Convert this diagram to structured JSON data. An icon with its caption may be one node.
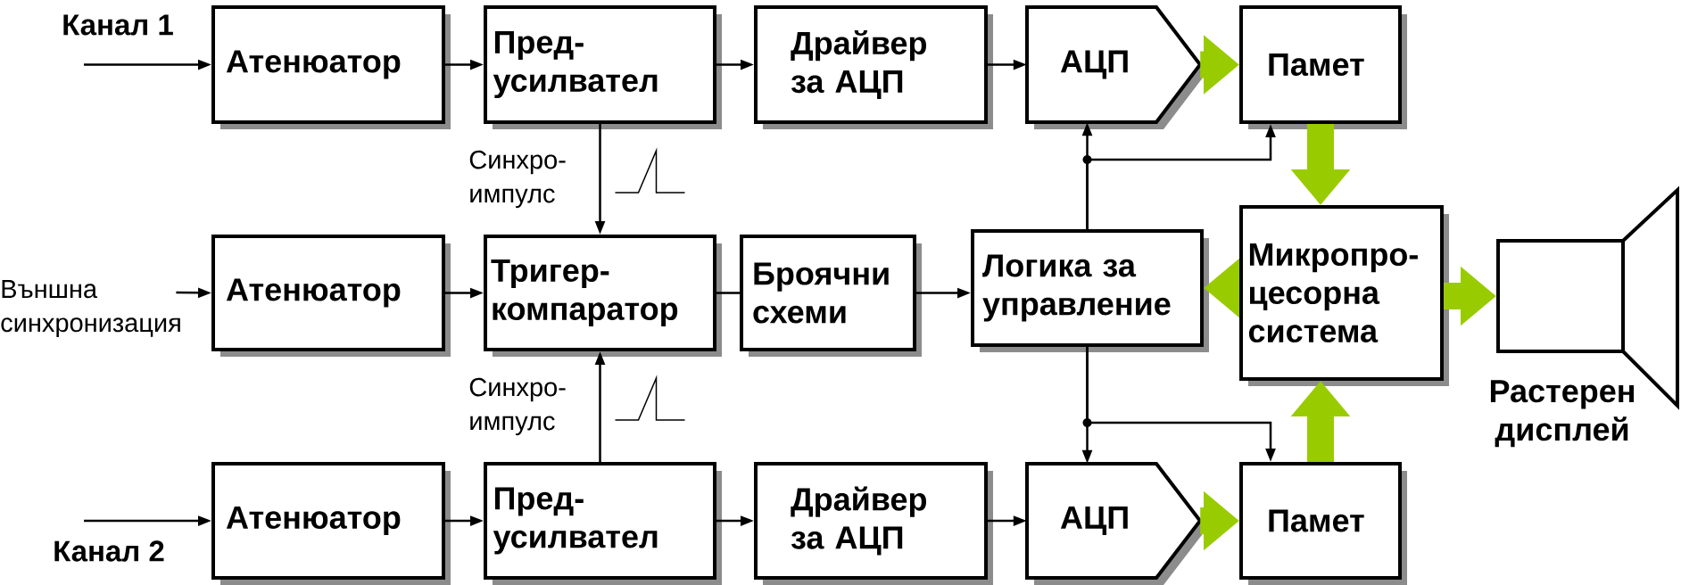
{
  "diagram": {
    "nodes": [
      {
        "text": [
          "Атенюатор"
        ]
      },
      {
        "text": [
          "Пред- усилвател"
        ]
      },
      {
        "text": [
          "Драйвер за АЦП"
        ]
      },
      {
        "text": [
          "АЦП"
        ]
      },
      {
        "text": [
          "Памет"
        ]
      },
      {
        "text": [
          "Външна синхронизация"
        ]
      },
      {
        "text": [
          "Атенюатор"
        ]
      },
      {
        "text": [
          "Тригер- компаратор"
        ]
      },
      {
        "text": [
          "Броячни схеми"
        ]
      },
      {
        "text": [
          "Логика за управление"
        ]
      },
      {
        "text": [
          "Микропро- цесорна система"
        ]
      },
      {
        "text": [
          "Растерен дисплей"
        ]
      },
      {
        "text": [
          "Атенюатор"
        ]
      },
      {
        "text": [
          "Пред- усилвател"
        ]
      },
      {
        "text": [
          "Драйвер за АЦП"
        ]
      },
      {
        "text": [
          "АЦП"
        ]
      },
      {
        "text": [
          "Памет"
        ]
      }
    ],
    "edges": [
      {
        "from": null,
        "to": 0,
        "arrow": "to"
      },
      {
        "from": 0,
        "to": 1,
        "arrow": "to"
      },
      {
        "from": 1,
        "to": 2,
        "arrow": "to"
      },
      {
        "from": 2,
        "to": 3,
        "arrow": "to"
      },
      {
        "from": 3,
        "to": 4,
        "arrow": "to",
        "style": "thick",
        "color": "#99cc00"
      },
      {
        "from": 5,
        "to": 6,
        "arrow": "to"
      },
      {
        "from": 6,
        "to": 7,
        "arrow": "to"
      },
      {
        "from": 7,
        "to": 8,
        "arrow": "none"
      },
      {
        "from": 8,
        "to": 9,
        "arrow": "to"
      },
      {
        "from": 10,
        "to": 9,
        "arrow": "to",
        "style": "thick",
        "color": "#99cc00"
      },
      {
        "from": 10,
        "to": 11,
        "arrow": "to",
        "style": "thick",
        "color": "#99cc00"
      },
      {
        "from": 4,
        "to": 10,
        "arrow": "to",
        "style": "thick",
        "color": "#99cc00"
      },
      {
        "from": 16,
        "to": 10,
        "arrow": "to",
        "style": "thick",
        "color": "#99cc00"
      },
      {
        "from": 9,
        "to": 3,
        "arrow": "to"
      },
      {
        "from": 9,
        "to": 4,
        "arrow": "to"
      },
      {
        "from": 9,
        "to": 15,
        "arrow": "to"
      },
      {
        "from": 9,
        "to": 16,
        "arrow": "to"
      },
      {
        "from": 1,
        "to": 7,
        "arrow": "to",
        "label": "Синхро- импулс"
      },
      {
        "from": 13,
        "to": 7,
        "arrow": "to",
        "label": "Синхро- импулс"
      },
      {
        "from": null,
        "to": 12,
        "arrow": "to"
      },
      {
        "from": 12,
        "to": 13,
        "arrow": "to"
      },
      {
        "from": 13,
        "to": 14,
        "arrow": "to"
      },
      {
        "from": 14,
        "to": 15,
        "arrow": "to"
      },
      {
        "from": 15,
        "to": 16,
        "arrow": "to",
        "style": "thick",
        "color": "#99cc00"
      }
    ],
    "labels": [
      "Канал 1",
      "Канал 2"
    ]
  }
}
